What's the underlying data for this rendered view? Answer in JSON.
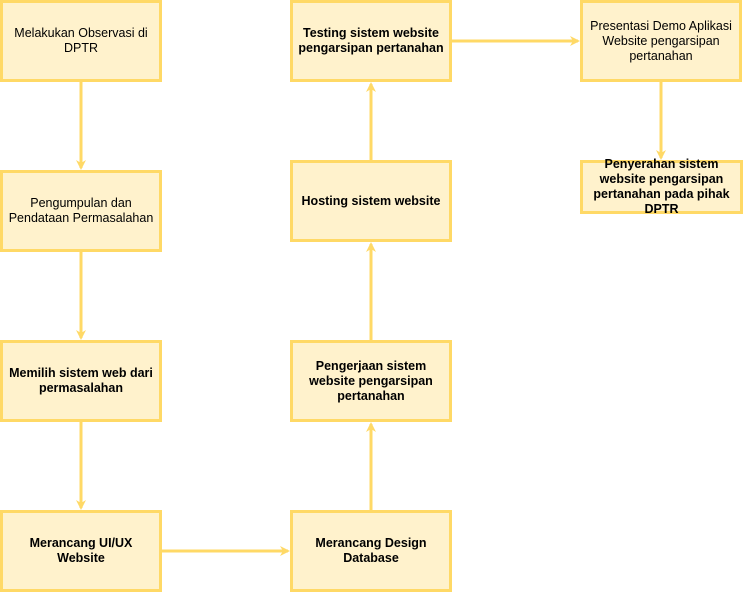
{
  "colors": {
    "node_fill": "#FFF2CC",
    "node_border": "#FFD966",
    "edge": "#FFD966",
    "text": "#000000"
  },
  "nodes": [
    {
      "id": "n1",
      "label": "Melakukan Observasi di DPTR"
    },
    {
      "id": "n2",
      "label": "Pengumpulan dan Pendataan Permasalahan"
    },
    {
      "id": "n3",
      "label": "Memilih sistem web dari permasalahan"
    },
    {
      "id": "n4",
      "label": "Merancang UI/UX Website"
    },
    {
      "id": "n5",
      "label": "Merancang Design Database"
    },
    {
      "id": "n6",
      "label": "Pengerjaan sistem website pengarsipan pertanahan"
    },
    {
      "id": "n7",
      "label": "Hosting sistem website"
    },
    {
      "id": "n8",
      "label": "Testing sistem website pengarsipan pertanahan"
    },
    {
      "id": "n9",
      "label": "Presentasi Demo Aplikasi Website pengarsipan pertanahan"
    },
    {
      "id": "n10",
      "label": "Penyerahan sistem website pengarsipan pertanahan pada pihak DPTR"
    }
  ],
  "edges": [
    {
      "from": "n1",
      "to": "n2"
    },
    {
      "from": "n2",
      "to": "n3"
    },
    {
      "from": "n3",
      "to": "n4"
    },
    {
      "from": "n4",
      "to": "n5"
    },
    {
      "from": "n5",
      "to": "n6"
    },
    {
      "from": "n6",
      "to": "n7"
    },
    {
      "from": "n7",
      "to": "n8"
    },
    {
      "from": "n8",
      "to": "n9"
    },
    {
      "from": "n9",
      "to": "n10"
    }
  ]
}
